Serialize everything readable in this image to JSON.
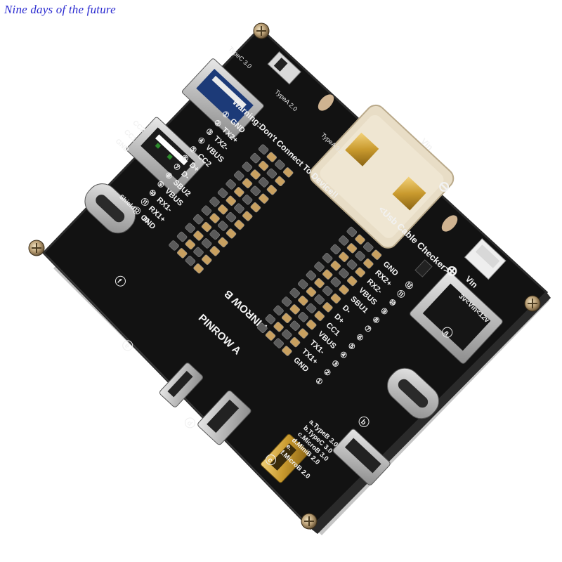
{
  "watermark": "Nine days of the future",
  "board": {
    "title": "<Usb Cable Checker>",
    "warning": "Warning:Don't Connect To Device!!",
    "row_a_label": "PINROW A",
    "row_b_label": "PINROW B",
    "vin_switch_label": "Vin",
    "vin_connector_label": "Vin",
    "voltage_range": "3v<Vin<12v",
    "minus_symbol": "⊖",
    "plus_symbol": "⊕",
    "port_labels": {
      "typea_30": "TypeA 3.0",
      "typea_20": "TypeA 2.0",
      "typec_30": "TypeC 3.0"
    },
    "side_pins": [
      "CC2",
      "CC1",
      "GND"
    ],
    "shield_label": "Shield",
    "id_label": "ID",
    "pinrow_b": [
      {
        "num": "①",
        "name": "GND"
      },
      {
        "num": "②",
        "name": "TX2+"
      },
      {
        "num": "③",
        "name": "TX2-"
      },
      {
        "num": "④",
        "name": "VBUS"
      },
      {
        "num": "⑤",
        "name": "CC2"
      },
      {
        "num": "⑥",
        "name": "D+"
      },
      {
        "num": "⑦",
        "name": "D-"
      },
      {
        "num": "⑧",
        "name": "SBU2"
      },
      {
        "num": "⑨",
        "name": "VBUS"
      },
      {
        "num": "⑩",
        "name": "RX1-"
      },
      {
        "num": "⑪",
        "name": "RX1+"
      },
      {
        "num": "⑫",
        "name": "GND"
      }
    ],
    "pinrow_a": [
      {
        "num": "⑫",
        "name": "GND"
      },
      {
        "num": "⑪",
        "name": "RX2+"
      },
      {
        "num": "⑩",
        "name": "RX2-"
      },
      {
        "num": "⑨",
        "name": "VBUS"
      },
      {
        "num": "⑧",
        "name": "SBU1"
      },
      {
        "num": "⑦",
        "name": "D-"
      },
      {
        "num": "⑥",
        "name": "D+"
      },
      {
        "num": "⑤",
        "name": "CC1"
      },
      {
        "num": "④",
        "name": "VBUS"
      },
      {
        "num": "③",
        "name": "TX1-"
      },
      {
        "num": "②",
        "name": "TX1+"
      },
      {
        "num": "①",
        "name": "GND"
      }
    ],
    "legend": [
      "a.TypeB 3.0",
      "b.TypeC 3.0",
      "c.MicroB 3.0",
      "d.MiniB 2.0",
      "e.",
      "f.MicroB 2.0"
    ],
    "port_letters": [
      "a",
      "b",
      "c",
      "d",
      "e",
      "f"
    ]
  }
}
